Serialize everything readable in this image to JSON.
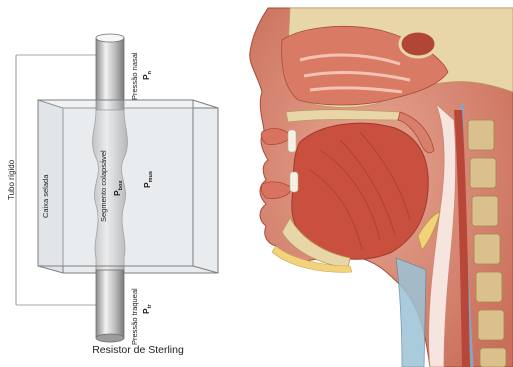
{
  "starling": {
    "caption": "Resistor de Sterling",
    "tube_label": "Tubo rígido",
    "box_label": "Caixa selada",
    "segment_label": "Segmento colapsável",
    "nasal_pressure_label": "Pressão nasal",
    "nasal_symbol": "P",
    "nasal_sub": "n",
    "tracheal_pressure_label": "Pressão traqueal",
    "tracheal_symbol": "P",
    "tracheal_sub": "tr",
    "pmus_symbol": "P",
    "pmus_sub": "mus",
    "pbox_symbol": "P",
    "pbox_sub": "box"
  },
  "anatomy": {
    "colors": {
      "muscle": "#c9503f",
      "soft_tissue": "#e39a86",
      "bone": "#e9d6a8",
      "fat": "#f2d27a",
      "airway": "#f6e4df",
      "vertebra": "#d9c08c"
    }
  }
}
